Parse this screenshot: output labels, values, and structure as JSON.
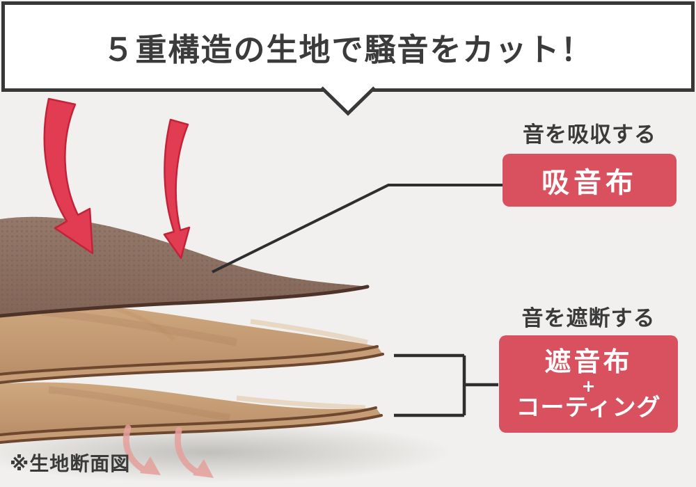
{
  "title": "５重構造の生地で騒音をカット！",
  "callouts": {
    "absorb": {
      "caption": "音を吸収する",
      "button_label": "吸音布"
    },
    "block": {
      "caption": "音を遮断する",
      "button_line1": "遮音布",
      "button_plus": "+",
      "button_line2": "コーティング"
    }
  },
  "note": "※生地断面図",
  "icons": {
    "noise_arrow_large": "red-curved-down-arrow",
    "noise_arrow_small": "red-curved-down-arrow",
    "damped_arrow_left": "faded-pink-curved-down-arrow",
    "damped_arrow_right": "faded-pink-curved-down-arrow"
  },
  "colors": {
    "background": "#f1f0ee",
    "bubble_border": "#383838",
    "text_dark": "#3a3a3a",
    "accent_red": "#d9505e",
    "arrow_red": "#e23c52",
    "fabric_dark": "#8a6e63",
    "fabric_tan": "#c29a74",
    "coating_line": "#6d482f"
  }
}
